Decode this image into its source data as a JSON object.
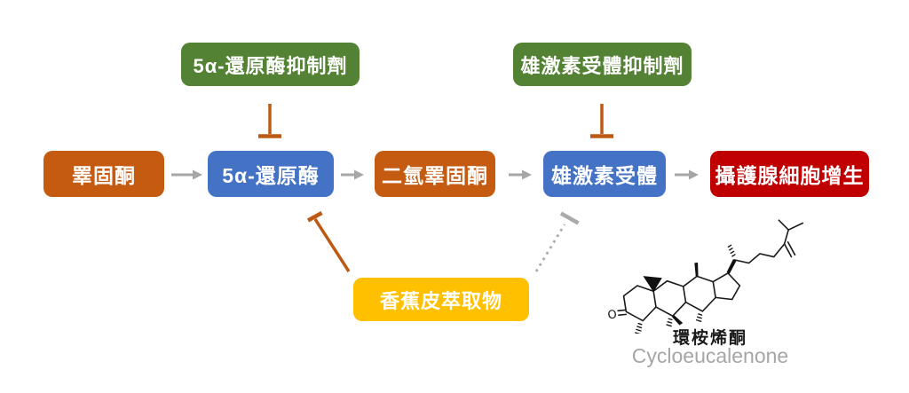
{
  "pathway": {
    "nodes": [
      {
        "id": "testosterone",
        "label": "睪固酮",
        "color": "#C55A11"
      },
      {
        "id": "5a-reductase",
        "label": "5α-還原酶",
        "color": "#4472C4"
      },
      {
        "id": "dihydrotestosterone",
        "label": "二氫睪固酮",
        "color": "#C55A11"
      },
      {
        "id": "androgen-receptor",
        "label": "雄激素受體",
        "color": "#4472C4"
      },
      {
        "id": "prostate-cell-proliferation",
        "label": "攝護腺細胞增生",
        "color": "#C00000"
      }
    ],
    "arrow_color": "#A6A6A6"
  },
  "inhibitors": {
    "items": [
      {
        "id": "5a-reductase-inhibitor",
        "label": "5α-還原酶抑制劑",
        "color": "#548235"
      },
      {
        "id": "androgen-receptor-inhibitor",
        "label": "雄激素受體抑制劑",
        "color": "#548235"
      }
    ],
    "inhibition_bar_color": "#BC5A14"
  },
  "extract": {
    "label": "香蕉皮萃取物",
    "color": "#FFC000",
    "solid_inhibition_color": "#BC5A14",
    "dotted_inhibition_color": "#ABABAB"
  },
  "compound": {
    "name_zh": "環桉烯酮",
    "name_en": "Cycloeucalenone",
    "name_en_color": "#A6A6A6"
  }
}
